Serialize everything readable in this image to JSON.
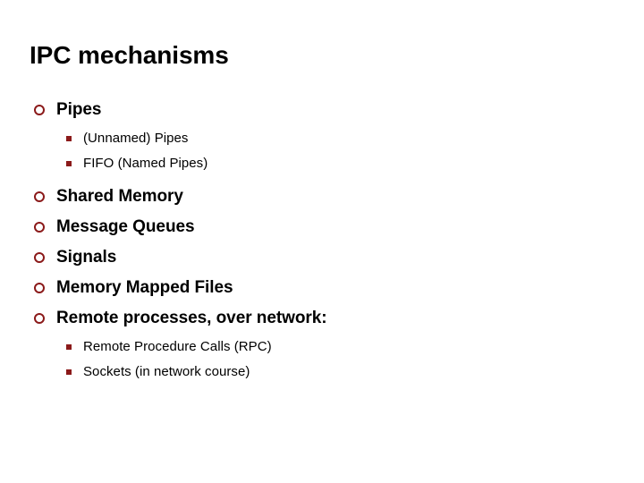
{
  "slide": {
    "title": "IPC mechanisms",
    "background_color": "#FFFFFF",
    "title_color": "#000000",
    "bullet_color": "#8B1A1A",
    "text_color": "#000000",
    "items": [
      {
        "level": 1,
        "label": "Pipes",
        "bullet": "hollow-circle",
        "children": [
          {
            "level": 2,
            "label": "(Unnamed) Pipes",
            "bullet": "filled-square"
          },
          {
            "level": 2,
            "label": "FIFO (Named Pipes)",
            "bullet": "filled-square"
          }
        ]
      },
      {
        "level": 1,
        "label": "Shared Memory",
        "bullet": "hollow-circle",
        "children": []
      },
      {
        "level": 1,
        "label": "Message Queues",
        "bullet": "hollow-circle",
        "children": []
      },
      {
        "level": 1,
        "label": "Signals",
        "bullet": "hollow-circle",
        "children": []
      },
      {
        "level": 1,
        "label": "Memory Mapped Files",
        "bullet": "hollow-circle",
        "children": []
      },
      {
        "level": 1,
        "label": "Remote processes, over network:",
        "bullet": "hollow-circle",
        "children": [
          {
            "level": 2,
            "label": "Remote Procedure Calls (RPC)",
            "bullet": "filled-square"
          },
          {
            "level": 2,
            "label": "Sockets (in network course)",
            "bullet": "filled-square"
          }
        ]
      }
    ]
  }
}
